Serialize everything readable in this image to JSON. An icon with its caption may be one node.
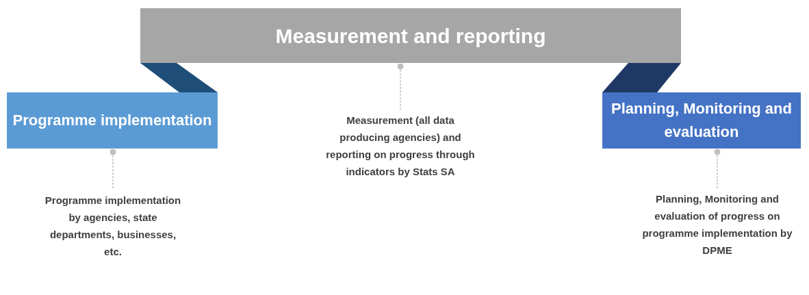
{
  "diagram": {
    "nodes": [
      {
        "text": [
          "Measurement and reporting"
        ]
      },
      {
        "text": [
          "Programme implementation"
        ]
      },
      {
        "text": [
          "Planning, Monitoring and evaluation"
        ]
      },
      {
        "text": [
          "Measurement (all data producing agencies) and reporting on progress through indicators by Stats SA"
        ]
      },
      {
        "text": [
          "Programme implementation by agencies, state departments, businesses, etc."
        ]
      },
      {
        "text": [
          "Planning, Monitoring and evaluation of progress on programme implementation by DPME"
        ]
      }
    ],
    "edges": [
      {
        "from": 0,
        "to": 1,
        "arrow": "none",
        "style": "thick",
        "color": "#1f4e79"
      },
      {
        "from": 0,
        "to": 2,
        "arrow": "none",
        "style": "thick",
        "color": "#203864"
      },
      {
        "from": 0,
        "to": 3,
        "arrow": "other",
        "style": "dashed"
      },
      {
        "from": 1,
        "to": 4,
        "arrow": "other",
        "style": "dashed"
      },
      {
        "from": 2,
        "to": 5,
        "arrow": "other",
        "style": "dashed"
      }
    ]
  }
}
